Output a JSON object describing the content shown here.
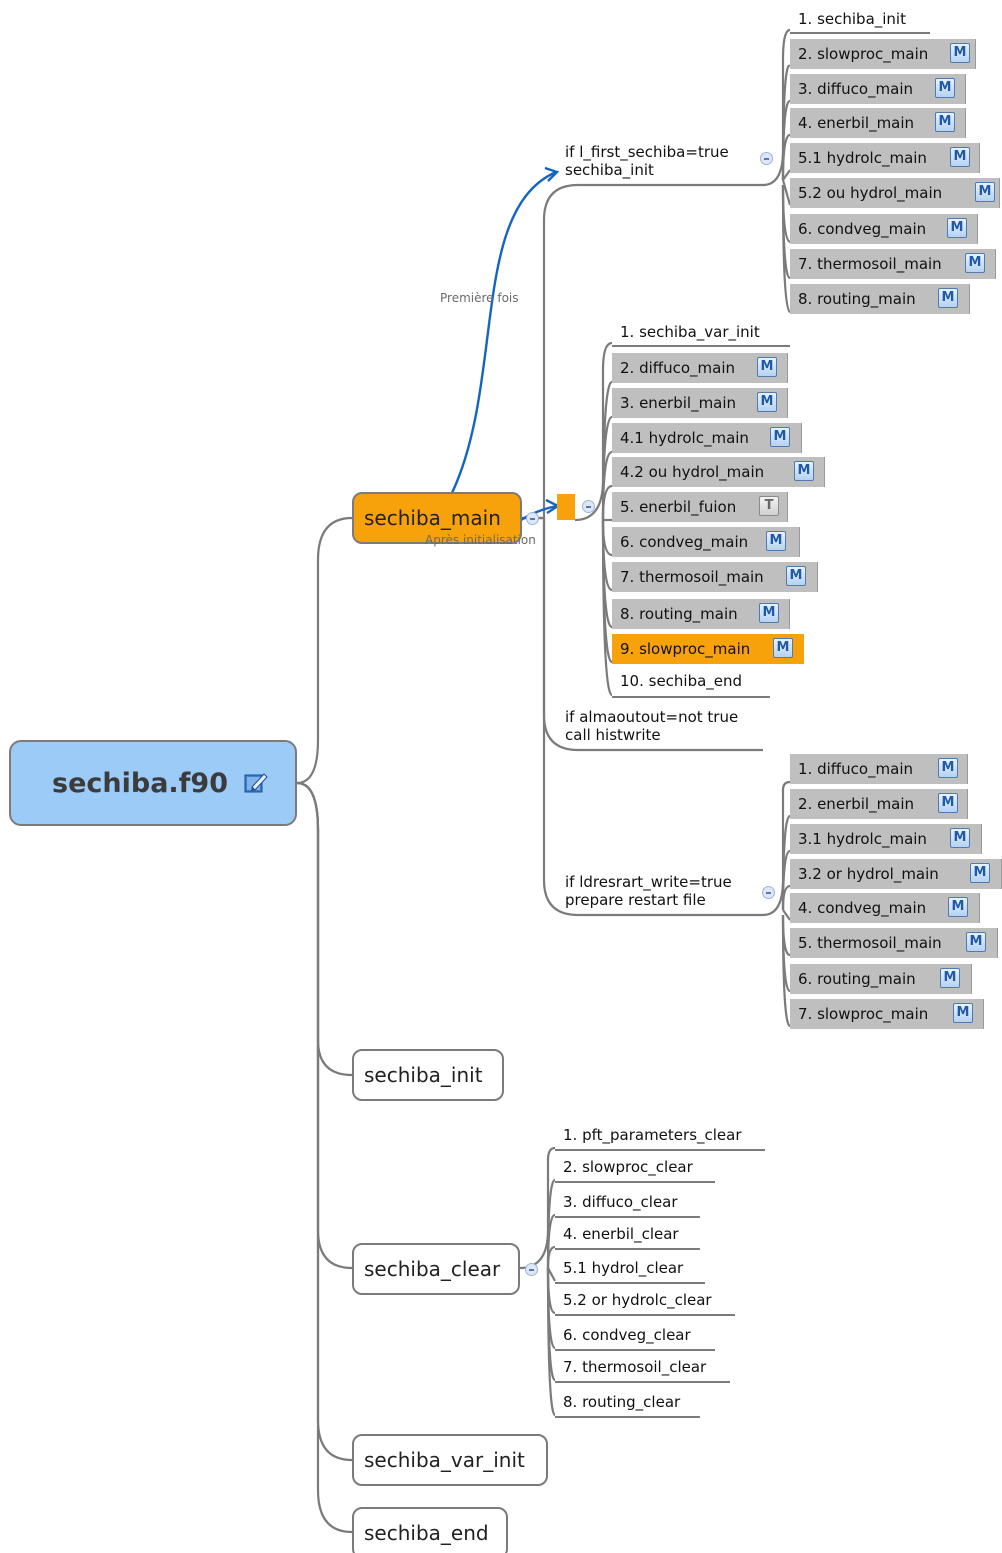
{
  "root": {
    "title": "sechiba.f90",
    "icon": "edit-pen-icon"
  },
  "main_nodes": {
    "sechiba_main": "sechiba_main",
    "sechiba_init": "sechiba_init",
    "sechiba_clear": "sechiba_clear",
    "sechiba_var_init": "sechiba_var_init",
    "sechiba_end": "sechiba_end"
  },
  "relations": {
    "first_time": "Première fois",
    "after_init": "Après initialisation"
  },
  "first_branch": {
    "line1": "if l_first_sechiba=true",
    "line2": "sechiba_init",
    "items": [
      {
        "label": "1. sechiba_init",
        "badge": ""
      },
      {
        "label": "2. slowproc_main",
        "badge": "M"
      },
      {
        "label": "3. diffuco_main",
        "badge": "M"
      },
      {
        "label": "4. enerbil_main",
        "badge": "M"
      },
      {
        "label": "5.1 hydrolc_main",
        "badge": "M"
      },
      {
        "label": "5.2  ou hydrol_main",
        "badge": "M"
      },
      {
        "label": "6. condveg_main",
        "badge": "M"
      },
      {
        "label": "7. thermosoil_main",
        "badge": "M"
      },
      {
        "label": "8. routing_main",
        "badge": "M"
      }
    ]
  },
  "after_branch": {
    "items": [
      {
        "label": "1. sechiba_var_init",
        "badge": ""
      },
      {
        "label": "2. diffuco_main",
        "badge": "M"
      },
      {
        "label": "3. enerbil_main",
        "badge": "M"
      },
      {
        "label": "4.1 hydrolc_main",
        "badge": "M"
      },
      {
        "label": "4.2  ou hydrol_main",
        "badge": "M"
      },
      {
        "label": "5. enerbil_fuion",
        "badge": "T"
      },
      {
        "label": "6. condveg_main",
        "badge": "M"
      },
      {
        "label": "7. thermosoil_main",
        "badge": "M"
      },
      {
        "label": "8. routing_main",
        "badge": "M"
      },
      {
        "label": "9. slowproc_main",
        "badge": "M"
      },
      {
        "label": "10. sechiba_end",
        "badge": ""
      }
    ]
  },
  "alma_branch": {
    "line1": "if almaoutout=not true",
    "line2": "call histwrite"
  },
  "restart_branch": {
    "line1": "if ldresrart_write=true",
    "line2": "prepare restart file",
    "items": [
      {
        "label": "1. diffuco_main",
        "badge": "M"
      },
      {
        "label": "2. enerbil_main",
        "badge": "M"
      },
      {
        "label": "3.1 hydrolc_main",
        "badge": "M"
      },
      {
        "label": "3.2  or hydrol_main",
        "badge": "M"
      },
      {
        "label": "4. condveg_main",
        "badge": "M"
      },
      {
        "label": "5. thermosoil_main",
        "badge": "M"
      },
      {
        "label": "6. routing_main",
        "badge": "M"
      },
      {
        "label": "7. slowproc_main",
        "badge": "M"
      }
    ]
  },
  "clear_branch": {
    "items": [
      "1. pft_parameters_clear",
      "2. slowproc_clear",
      "3. diffuco_clear",
      "4. enerbil_clear",
      "5.1 hydrol_clear",
      "5.2 or hydrolc_clear",
      "6. condveg_clear",
      "7. thermosoil_clear",
      "8. routing_clear"
    ]
  },
  "colors": {
    "root_fill": "#9ccbf8",
    "highlight": "#f7a20b",
    "leaf_fill": "#bfbfbf",
    "connector": "#7b7b7b",
    "relation_arrow": "#1565c0"
  }
}
